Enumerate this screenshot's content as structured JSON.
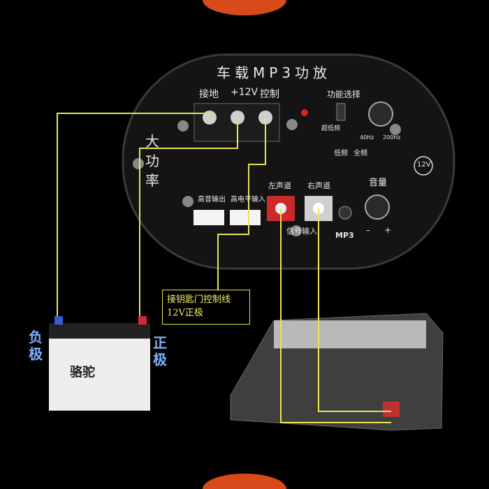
{
  "amp": {
    "title": "车载MP3功放",
    "terminal_labels": [
      "接地",
      "+12V",
      "控制"
    ],
    "side_text": "大功率",
    "function_select": "功能选择",
    "super_bass": "超低频",
    "freq_40": "40Hz",
    "freq_200": "200Hz",
    "mode_bass": "低频",
    "mode_full": "全频",
    "voltage_badge": "12V",
    "tweeter_out": "高音输出",
    "high_level_in": "高电平输入",
    "left_channel": "左声道",
    "right_channel": "右声道",
    "signal_input": "信号输入",
    "mp3": "MP3",
    "volume": "音量",
    "minus": "–",
    "plus": "+"
  },
  "annotation": {
    "line1": "接钥匙门控制线",
    "line2": "12V正极"
  },
  "battery": {
    "brand": "骆驼",
    "negative_label": "负极",
    "positive_label": "正极"
  },
  "colors": {
    "wire_yellow": "#e9e45a",
    "wire_white": "#f0f0f0",
    "panel": "#151515",
    "accent_blue": "#7fb0ff"
  }
}
